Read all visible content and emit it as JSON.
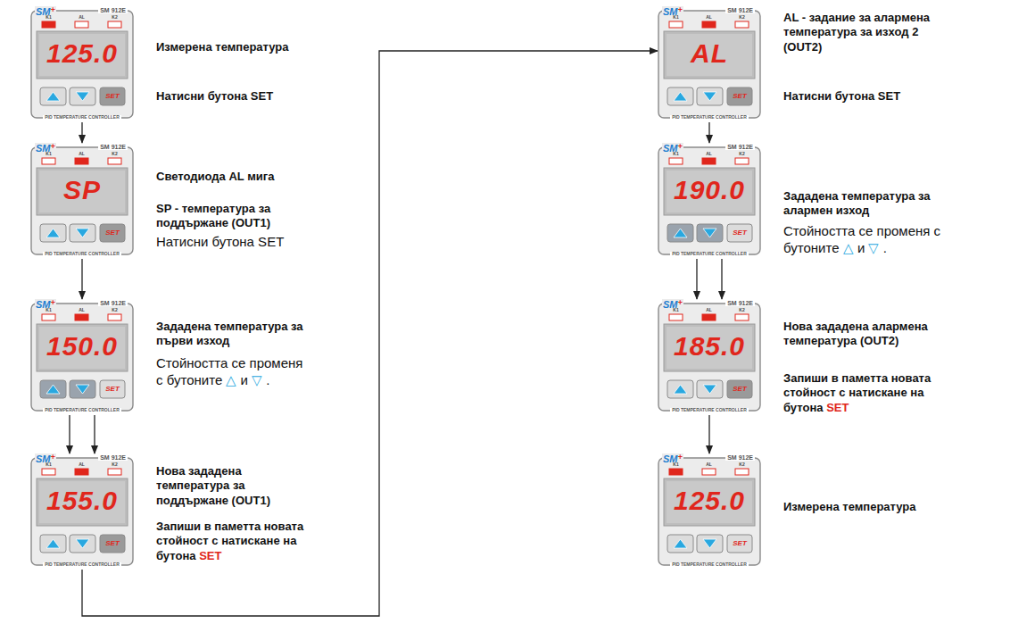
{
  "diagram": {
    "nodes": [
      {
        "text": [
          "SM+",
          "SM 912E",
          "K1",
          "AL",
          "K2",
          "125.0",
          "SET",
          "PID TEMPERATURE CONTROLLER"
        ]
      },
      {
        "text": [
          "SM+",
          "SM 912E",
          "K1",
          "AL",
          "K2",
          "SP",
          "SET",
          "PID TEMPERATURE CONTROLLER"
        ]
      },
      {
        "text": [
          "SM+",
          "SM 912E",
          "K1",
          "AL",
          "K2",
          "150.0",
          "SET",
          "PID TEMPERATURE CONTROLLER"
        ]
      },
      {
        "text": [
          "SM+",
          "SM 912E",
          "K1",
          "AL",
          "K2",
          "155.0",
          "SET",
          "PID TEMPERATURE CONTROLLER"
        ]
      },
      {
        "text": [
          "SM+",
          "SM 912E",
          "K1",
          "AL",
          "K2",
          "AL",
          "SET",
          "PID TEMPERATURE CONTROLLER"
        ]
      },
      {
        "text": [
          "SM+",
          "SM 912E",
          "K1",
          "AL",
          "K2",
          "190.0",
          "SET",
          "PID TEMPERATURE CONTROLLER"
        ]
      },
      {
        "text": [
          "SM+",
          "SM 912E",
          "K1",
          "AL",
          "K2",
          "185.0",
          "SET",
          "PID TEMPERATURE CONTROLLER"
        ]
      },
      {
        "text": [
          "SM+",
          "SM 912E",
          "K1",
          "AL",
          "K2",
          "125.0",
          "SET",
          "PID TEMPERATURE CONTROLLER"
        ]
      }
    ],
    "edges": [
      {
        "from": 0,
        "to": 1,
        "arrow": "to"
      },
      {
        "from": 1,
        "to": 2,
        "arrow": "to"
      },
      {
        "from": 2,
        "to": 3,
        "arrow": "to"
      },
      {
        "from": 2,
        "to": 3,
        "arrow": "to"
      },
      {
        "from": 3,
        "to": 4,
        "arrow": "to"
      },
      {
        "from": 4,
        "to": 5,
        "arrow": "to"
      },
      {
        "from": 5,
        "to": 6,
        "arrow": "to"
      },
      {
        "from": 5,
        "to": 6,
        "arrow": "to"
      },
      {
        "from": 6,
        "to": 7,
        "arrow": "to"
      }
    ],
    "labels": [
      "Измерена температура",
      "Натисни бутона SET",
      "Светодиода AL мига",
      "SP - температура за поддържане (OUT1)",
      "Натисни бутона SET",
      "Зададена температура за първи изход",
      "Стойността се променя с бутоните △ и ▽ .",
      "Нова зададена температура за поддържане (OUT1)",
      "Запиши в паметта новата стойност с натискане на бутона SET",
      "AL - задание за алармена температура за изход 2 (OUT2)",
      "Натисни бутона SET",
      "Зададена температура за алармен изход",
      "Стойността се променя с бутоните △ и ▽ .",
      "Нова зададена алармена температура (OUT2)",
      "Запиши в паметта новата стойност с натискане на бутона SET",
      "Измерена температура"
    ]
  }
}
